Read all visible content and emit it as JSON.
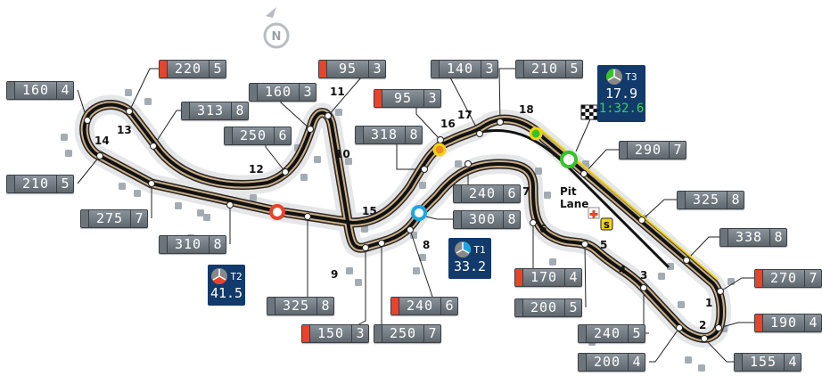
{
  "map": {
    "compass_label": "N",
    "pit_lane_label": "Pit Lane",
    "speed_trap_badge": "S",
    "medical_icon": "red-cross-icon",
    "finish_icon": "checkered-flag-icon",
    "colors": {
      "sector1": "#1ea7e1",
      "sector2": "#e8432c",
      "sector3": "#35c22a",
      "brake": "#e8432c",
      "track": "#c9b08a"
    }
  },
  "speed_labels": [
    {
      "speed": "160",
      "gear": "4",
      "braking": false
    },
    {
      "speed": "220",
      "gear": "5",
      "braking": true
    },
    {
      "speed": "313",
      "gear": "8",
      "braking": false
    },
    {
      "speed": "160",
      "gear": "3",
      "braking": false
    },
    {
      "speed": "250",
      "gear": "6",
      "braking": false
    },
    {
      "speed": "95",
      "gear": "3",
      "braking": true
    },
    {
      "speed": "95",
      "gear": "3",
      "braking": true
    },
    {
      "speed": "318",
      "gear": "8",
      "braking": false
    },
    {
      "speed": "140",
      "gear": "3",
      "braking": false
    },
    {
      "speed": "210",
      "gear": "5",
      "braking": false
    },
    {
      "speed": "290",
      "gear": "7",
      "braking": false
    },
    {
      "speed": "325",
      "gear": "8",
      "braking": false
    },
    {
      "speed": "338",
      "gear": "8",
      "braking": false
    },
    {
      "speed": "270",
      "gear": "7",
      "braking": true
    },
    {
      "speed": "190",
      "gear": "4",
      "braking": true
    },
    {
      "speed": "155",
      "gear": "4",
      "braking": false
    },
    {
      "speed": "200",
      "gear": "4",
      "braking": false
    },
    {
      "speed": "240",
      "gear": "5",
      "braking": false
    },
    {
      "speed": "200",
      "gear": "5",
      "braking": false
    },
    {
      "speed": "170",
      "gear": "4",
      "braking": true
    },
    {
      "speed": "240",
      "gear": "6",
      "braking": false
    },
    {
      "speed": "300",
      "gear": "8",
      "braking": false
    },
    {
      "speed": "240",
      "gear": "6",
      "braking": true
    },
    {
      "speed": "250",
      "gear": "7",
      "braking": false
    },
    {
      "speed": "150",
      "gear": "3",
      "braking": true
    },
    {
      "speed": "325",
      "gear": "8",
      "braking": false
    },
    {
      "speed": "310",
      "gear": "8",
      "braking": false
    },
    {
      "speed": "275",
      "gear": "7",
      "braking": false
    },
    {
      "speed": "210",
      "gear": "5",
      "braking": false
    }
  ],
  "turns": [
    "1",
    "2",
    "3",
    "4",
    "5",
    "6",
    "7",
    "8",
    "9",
    "10",
    "11",
    "12",
    "13",
    "14",
    "15",
    "16",
    "17",
    "18"
  ],
  "sectors": {
    "t1": {
      "label": "T1",
      "time": "33.2"
    },
    "t2": {
      "label": "T2",
      "time": "41.5"
    },
    "t3": {
      "label": "T3",
      "time": "17.9",
      "lap_time": "1:32.6"
    }
  }
}
